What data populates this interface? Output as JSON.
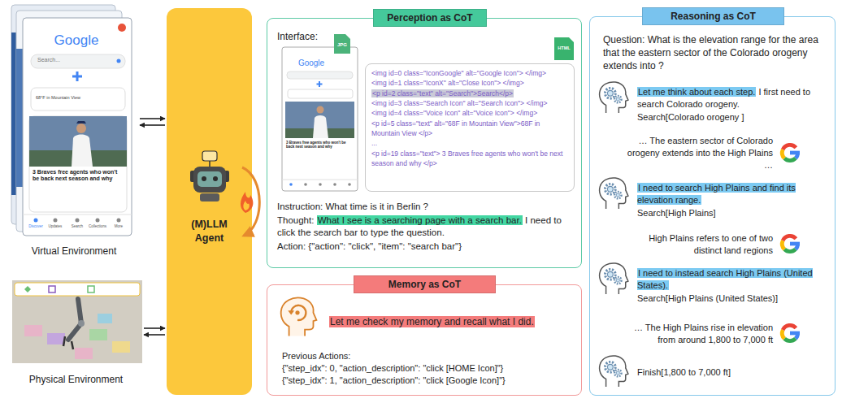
{
  "diagram": {
    "nodes": [
      {
        "text": [
          "Virtual Environment"
        ]
      },
      {
        "text": [
          "Physical Environment"
        ]
      },
      {
        "text": [
          "(M)LLM Agent"
        ]
      },
      {
        "text": [
          "Perception as CoT",
          "Interface:",
          "Instruction: What time is it in Berlin ?",
          "Thought:",
          "What I see is a searching page with a search bar.",
          "I need to click the search bar to type the question.",
          "Action: {\"action\": \"click\", \"item\": \"search bar\"}"
        ]
      },
      {
        "text": [
          "<img id=0 class=\"IconGoogle\" alt=\"Google Icon\"> </img>",
          "<img id=1 class=\"IconX\" alt=\"Close Icon\"> </img>",
          "<p id=2 class=\"text\" alt=\"Search\">Search</p>",
          "<img id=3 class=\"Search Icon\" alt=\"Search Icon\"> </img>",
          "<img id=4 class=\"Voice Icon\" alt=\"Voice Icon\"> </img>",
          "<p id=5 class=\"text\" alt=\"68F in Mountain View\">68F in Mountain View </p>",
          "...",
          "<p id=19 class=\"text\"> 3 Braves free agents who won't be next season and why </p>"
        ],
        "in": 3
      },
      {
        "text": [
          "Memory as CoT",
          "Let me check my memory and recall what I did.",
          "Previous Actions:",
          "{\"step_idx\": 0, \"action_description\": \"click [HOME Icon]\"}",
          "{\"step_idx\": 1, \"action_description\": \"click [Google Icon]\"}"
        ]
      },
      {
        "text": [
          "Reasoning as CoT",
          "Question: What is the elevation range for the area that the eastern sector of the Colorado orogeny extends into ?",
          "Let me think about each step.",
          "I first need to search Colorado orogeny.",
          "Search[Colorado orogeny ]",
          "… The eastern sector of Colorado orogeny extends into the High Plains …",
          "I need to search High Plains and find its elevation range.",
          "Search[High Plains]",
          "High Plains refers to one of two distinct land regions",
          "I need to instead search High Plains (United States).",
          "Search[High Plains (United States)]",
          "… The High Plains rise in elevation from around 1,800 to 7,000 ft",
          "Finish[1,800 to 7,000 ft]"
        ]
      }
    ],
    "edges": [
      {
        "from": 0,
        "to": 2,
        "arrow": "to"
      },
      {
        "from": 2,
        "to": 0,
        "arrow": "to"
      },
      {
        "from": 1,
        "to": 2,
        "arrow": "to"
      },
      {
        "from": 2,
        "to": 1,
        "arrow": "to"
      }
    ],
    "labels": [
      "Google",
      "Search...",
      "68°F in Mountain View",
      "3 Braves free agents who won't be back next season and why",
      "Discover",
      "Updates",
      "Search",
      "Collections",
      "More",
      "Google",
      "3 Braves free agents who won't be back next season and why",
      "JPG",
      "HTML"
    ]
  }
}
